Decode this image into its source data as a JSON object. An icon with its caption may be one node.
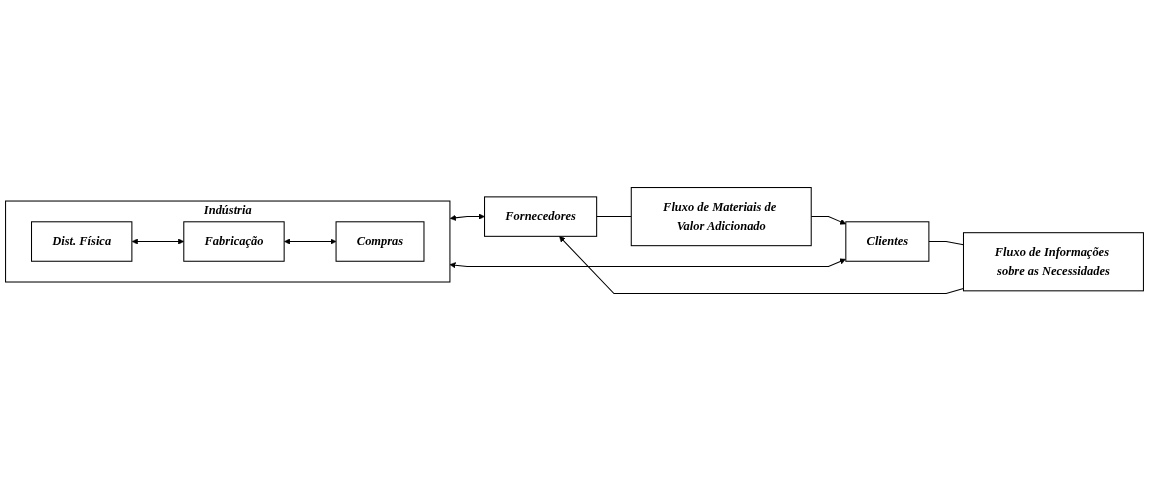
{
  "diagram": {
    "nodes": [
      {
        "text": [
          "Fluxo de Materiais de Valor Adicionado"
        ]
      },
      {
        "text": [
          "Indústria"
        ]
      },
      {
        "text": [
          "Clientes"
        ]
      },
      {
        "text": [
          "Dist. Física"
        ],
        "in": 1
      },
      {
        "text": [
          "Fabricação"
        ],
        "in": 1
      },
      {
        "text": [
          "Compras"
        ],
        "in": 1
      },
      {
        "text": [
          "Fornecedores"
        ]
      },
      {
        "text": [
          "Fluxo de Informações sobre as Necessidades"
        ]
      }
    ],
    "edges": [
      {
        "from": 6,
        "to": 0,
        "arrow": "none"
      },
      {
        "from": 0,
        "to": 2,
        "arrow": "to"
      },
      {
        "from": 2,
        "to": 7,
        "arrow": "none"
      },
      {
        "from": 7,
        "to": 6,
        "arrow": "to"
      },
      {
        "from": 2,
        "to": 1,
        "arrow": "both"
      },
      {
        "from": 3,
        "to": 4,
        "arrow": "both"
      },
      {
        "from": 4,
        "to": 5,
        "arrow": "both"
      },
      {
        "from": 1,
        "to": 6,
        "arrow": "both"
      }
    ]
  }
}
